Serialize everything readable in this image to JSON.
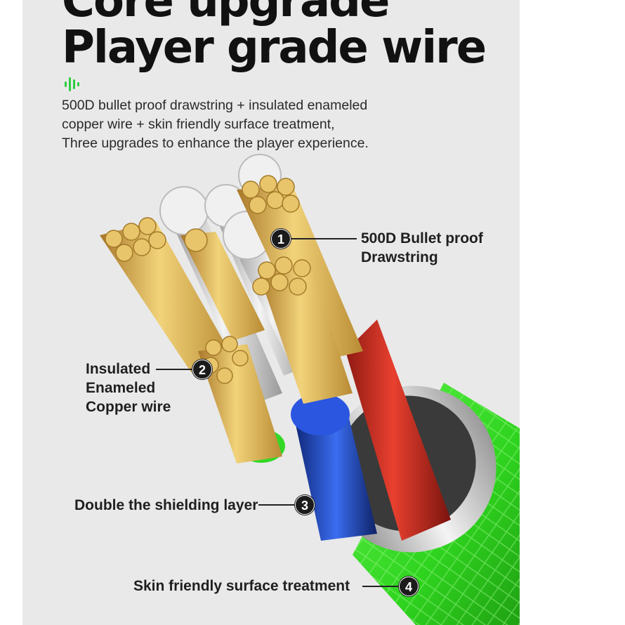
{
  "headline": {
    "line1": "Core upgrade",
    "line2": "Player grade wire"
  },
  "description": [
    "500D bullet proof drawstring + insulated enameled",
    "copper wire + skin friendly surface treatment,",
    "Three upgrades to enhance the player experience."
  ],
  "callouts": [
    {
      "number": "1",
      "lines": [
        "500D Bullet proof",
        "Drawstring"
      ]
    },
    {
      "number": "2",
      "lines": [
        "Insulated",
        "Enameled",
        "Copper wire"
      ]
    },
    {
      "number": "3",
      "lines": [
        "Double the shielding layer"
      ]
    },
    {
      "number": "4",
      "lines": [
        "Skin friendly surface treatment"
      ]
    }
  ],
  "colors": {
    "panel": "#e9e9e9",
    "accent": "#2ecc40",
    "sheath": "#3ed62f",
    "red_core": "#d63024",
    "blue_core": "#1f4fd6",
    "copper": "#d9b24c",
    "silver": "#c8c8c8"
  },
  "icons": [
    "sound-wave-icon"
  ]
}
